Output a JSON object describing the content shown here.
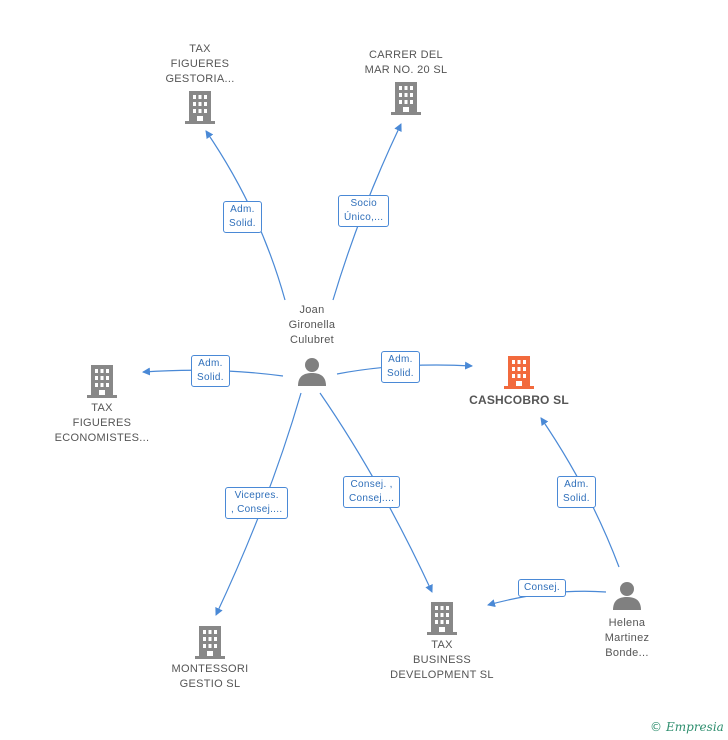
{
  "colors": {
    "edge": "#4a89d6",
    "building": "#888888",
    "building_main": "#f26a3d",
    "person": "#808080"
  },
  "nodes": {
    "tax_gestoria": [
      "TAX",
      "FIGUERES",
      "GESTORIA..."
    ],
    "carrer_del_mar": [
      "CARRER DEL",
      "MAR NO.  20 SL"
    ],
    "joan": [
      "Joan",
      "Gironella",
      "Culubret"
    ],
    "tax_economistes": [
      "TAX",
      "FIGUERES",
      "ECONOMISTES..."
    ],
    "cashcobro": [
      "CASHCOBRO SL"
    ],
    "montessori": [
      "MONTESSORI",
      "GESTIO SL"
    ],
    "tax_business": [
      "TAX",
      "BUSINESS",
      "DEVELOPMENT SL"
    ],
    "helena": [
      "Helena",
      "Martinez",
      "Bonde..."
    ]
  },
  "relations": {
    "joan_gestoria": [
      "Adm.",
      "Solid."
    ],
    "joan_carrer": [
      "Socio",
      "Único,..."
    ],
    "joan_economistes": [
      "Adm.",
      "Solid."
    ],
    "joan_cashcobro": [
      "Adm.",
      "Solid."
    ],
    "joan_montessori": [
      "Vicepres.",
      ", Consej...."
    ],
    "joan_business": [
      "Consej. ,",
      "Consej...."
    ],
    "helena_cashcobro": [
      "Adm.",
      "Solid."
    ],
    "helena_business": [
      "Consej."
    ]
  },
  "footer": {
    "copyright": "©",
    "brand": "Empresia"
  }
}
